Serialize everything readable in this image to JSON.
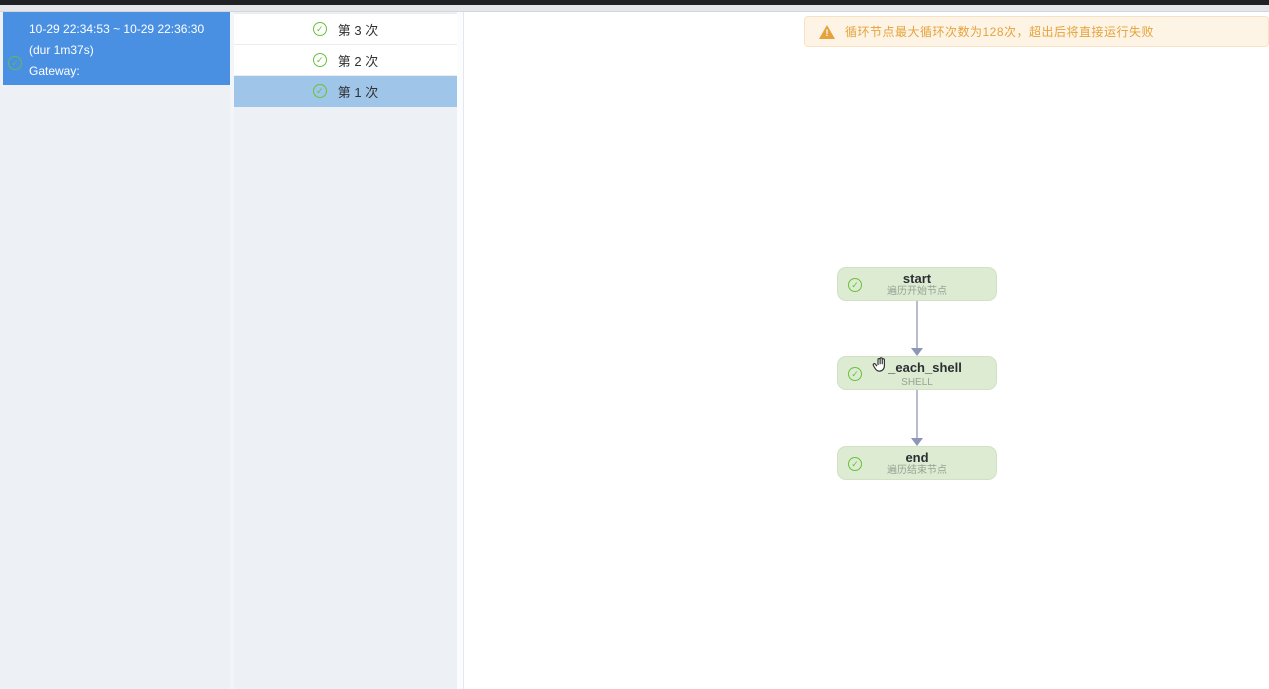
{
  "run_panel": {
    "selected_run": {
      "time_range": "10-29 22:34:53 ~ 10-29 22:36:30 (dur 1m37s)",
      "gateway_label": "Gateway:",
      "status_icon": "check-circle-icon"
    }
  },
  "iteration_panel": {
    "items": [
      {
        "label": "第 3 次",
        "status_icon": "check-circle-icon",
        "selected": false
      },
      {
        "label": "第 2 次",
        "status_icon": "check-circle-icon",
        "selected": false
      },
      {
        "label": "第 1 次",
        "status_icon": "check-circle-icon",
        "selected": true
      }
    ]
  },
  "canvas": {
    "warning": {
      "icon": "warning-triangle-icon",
      "text": "循环节点最大循环次数为128次，超出后将直接运行失败"
    },
    "nodes": [
      {
        "title": "start",
        "subtitle": "遍历开始节点",
        "status_icon": "check-circle-icon"
      },
      {
        "title": "_each_shell",
        "subtitle": "SHELL",
        "status_icon": "check-circle-icon",
        "cursor_icon": "grab-hand-cursor-icon"
      },
      {
        "title": "end",
        "subtitle": "遍历结束节点",
        "status_icon": "check-circle-icon"
      }
    ]
  },
  "colors": {
    "selected_run_bg": "#4a90e2",
    "selected_iteration_bg": "#9fc5e8",
    "panel_bg": "#edf0f5",
    "node_bg": "#dcebd1",
    "success_green": "#67c23a",
    "warning_orange": "#e6a23c",
    "warning_bg": "#fdf4e5",
    "edge_gray": "#8d97b5"
  }
}
